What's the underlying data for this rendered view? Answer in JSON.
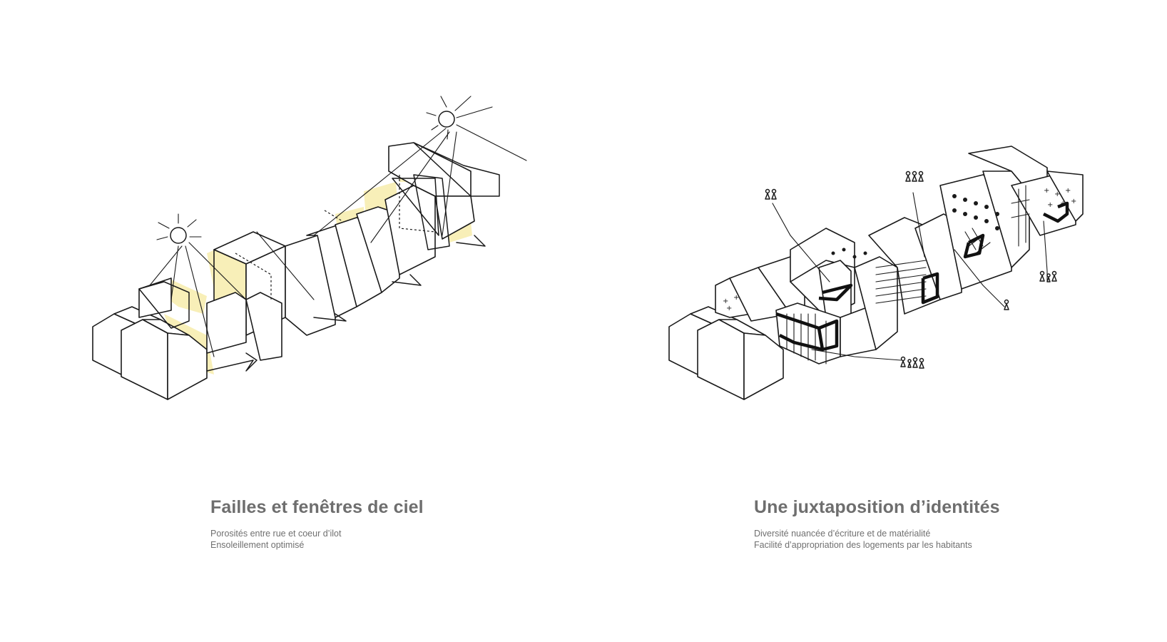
{
  "panels": [
    {
      "title": "Failles et fenêtres de ciel",
      "lines": [
        "Porosités entre rue et coeur d’ilot",
        "Ensoleillement optimisé"
      ]
    },
    {
      "title": "Une juxtaposition d’identités",
      "lines": [
        "Diversité nuancée d’écriture et de matérialité",
        "Facilité d’appropriation des logements par les habitants"
      ]
    }
  ],
  "colors": {
    "highlight_yellow": "#f8efb8",
    "caption_grey": "#6e6e6e",
    "ink": "#1a1a1a"
  },
  "icons": [
    "sun-icon",
    "sun-icon",
    "light-arrow-icon",
    "people-figures-icon"
  ]
}
